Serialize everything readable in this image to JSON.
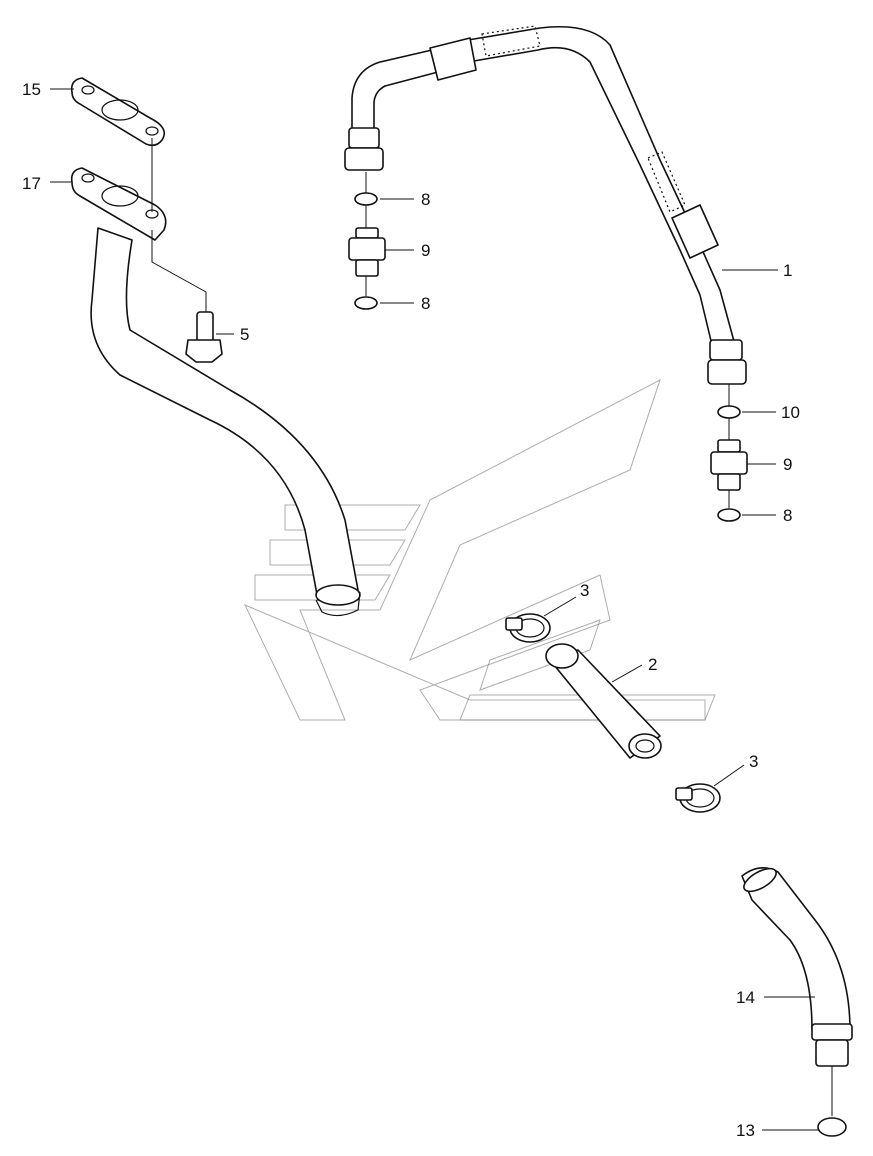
{
  "callouts": {
    "c1": "1",
    "c2": "2",
    "c3a": "3",
    "c3b": "3",
    "c5": "5",
    "c8a": "8",
    "c8b": "8",
    "c8c": "8",
    "c9a": "9",
    "c9b": "9",
    "c10": "10",
    "c13": "13",
    "c14": "14",
    "c15": "15",
    "c17": "17"
  }
}
